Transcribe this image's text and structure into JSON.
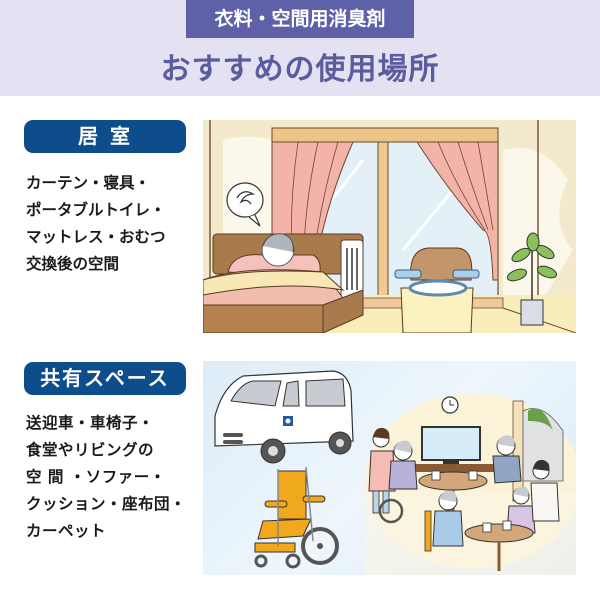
{
  "header": {
    "category": "衣料・空間用消臭剤",
    "title": "おすすめの使用場所"
  },
  "sections": [
    {
      "badge": "居室",
      "lines": [
        "カーテン・寝具・",
        "ポータブルトイレ・",
        "マットレス・おむつ",
        "交換後の空間"
      ],
      "illustration": "bedroom-scene"
    },
    {
      "badge": "共有スペース",
      "lines": [
        "送迎車・車椅子・",
        "食堂やリビングの",
        "空 間 ・ソファー・",
        "クッション・座布団・",
        "カーペット"
      ],
      "illustration": "shared-space-scene"
    }
  ],
  "colors": {
    "header_bg": "#e3e1f2",
    "category_bg": "#5e60a8",
    "title_text": "#5a5c9e",
    "badge_bg": "#0e4d8c",
    "body_text": "#1a1a1a"
  }
}
